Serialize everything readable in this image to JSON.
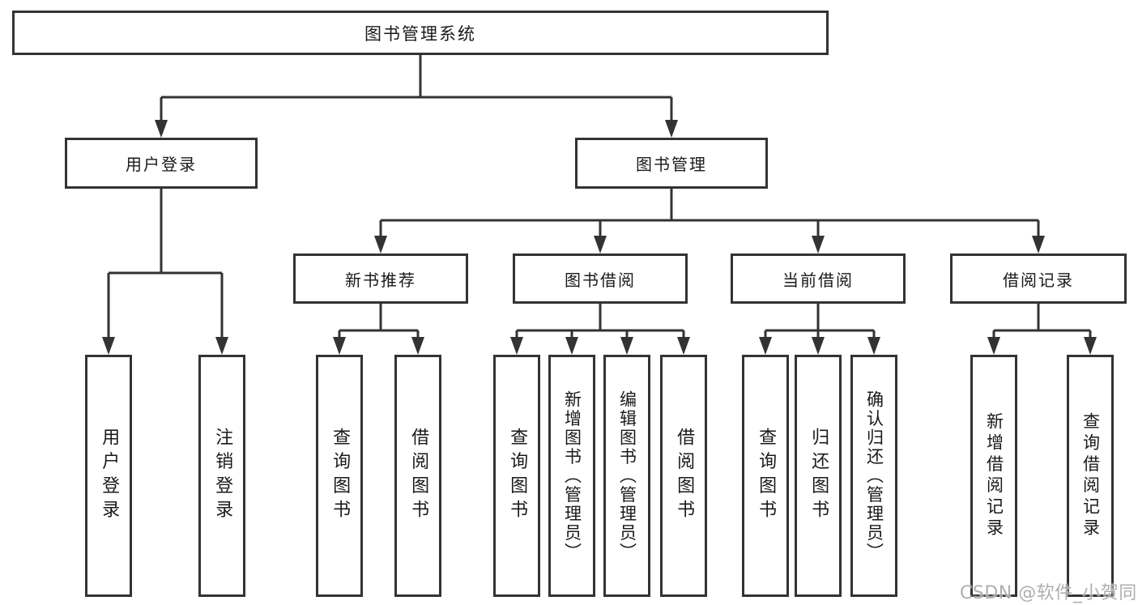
{
  "diagram_title": "图书管理系统",
  "colors": {
    "background": "#ffffff",
    "line": "#333333",
    "box_border": "#333333",
    "text": "#1a1a1a",
    "watermark": "#a9a9a9"
  },
  "tree": {
    "root": {
      "label": "图书管理系统"
    },
    "children": [
      {
        "label": "用户登录",
        "children": [
          {
            "label": "用户登录"
          },
          {
            "label": "注销登录"
          }
        ]
      },
      {
        "label": "图书管理",
        "children": [
          {
            "label": "新书推荐",
            "children": [
              {
                "label": "查询图书"
              },
              {
                "label": "借阅图书"
              }
            ]
          },
          {
            "label": "图书借阅",
            "children": [
              {
                "label": "查询图书"
              },
              {
                "label": "新增图书（管理员）"
              },
              {
                "label": "编辑图书（管理员）"
              },
              {
                "label": "借阅图书"
              }
            ]
          },
          {
            "label": "当前借阅",
            "children": [
              {
                "label": "查询图书"
              },
              {
                "label": "归还图书"
              },
              {
                "label": "确认归还（管理员）"
              }
            ]
          },
          {
            "label": "借阅记录",
            "children": [
              {
                "label": "新增借阅记录"
              },
              {
                "label": "查询借阅记录"
              }
            ]
          }
        ]
      }
    ]
  },
  "watermark": {
    "text": "CSDN @软件_小贺同学"
  }
}
